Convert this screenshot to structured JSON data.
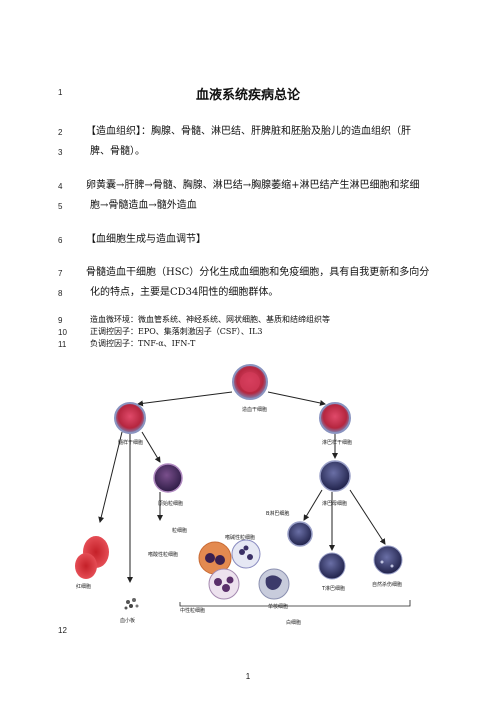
{
  "title": "血液系统疾病总论",
  "line_numbers": [
    "1",
    "2",
    "3",
    "4",
    "5",
    "6",
    "7",
    "8",
    "9",
    "10",
    "11",
    "12"
  ],
  "paragraphs": {
    "p2a": "【造血组织】：胸腺、骨髓、淋巴结、肝脾脏和胚胎及胎儿的造血组织（肝",
    "p2b": "脾、骨髓）。",
    "p4a": "卵黄囊→肝脾→骨髓、胸腺、淋巴结→胸腺萎缩+淋巴结产生淋巴细胞和浆细",
    "p4b": "胞→骨髓造血→髓外造血",
    "p6": "【血细胞生成与造血调节】",
    "p7a": "骨髓造血干细胞（HSC）分化生成血细胞和免疫细胞，具有自我更新和多向分",
    "p7b": "化的特点，主要是CD34阳性的细胞群体。",
    "p9": "造血微环境：微血管系统、神经系统、网状细胞、基质和结缔组织等",
    "p10": "正调控因子：EPO、集落刺激因子（CSF）、IL3",
    "p11": "负调控因子：TNF-α、IFN-Τ"
  },
  "diagram_labels": {
    "hsc": "造血干细胞",
    "myeloid": "髓样干细胞",
    "lymphoid": "淋巴样干细胞",
    "promyelocyte": "原始粒细胞",
    "lymphoblast": "淋巴母细胞",
    "b_cell": "B淋巴细胞",
    "granulocyte": "粒细胞",
    "basophil": "嗜碱性粒细胞",
    "eosinophil": "嗜酸性粒细胞",
    "rbc": "红细胞",
    "platelet": "血小板",
    "neutrophil": "中性粒细胞",
    "monocyte": "单核细胞",
    "t_cell": "T淋巴细胞",
    "nk_cell": "自然杀伤细胞",
    "wbc": "白细胞"
  },
  "page_number": "1"
}
